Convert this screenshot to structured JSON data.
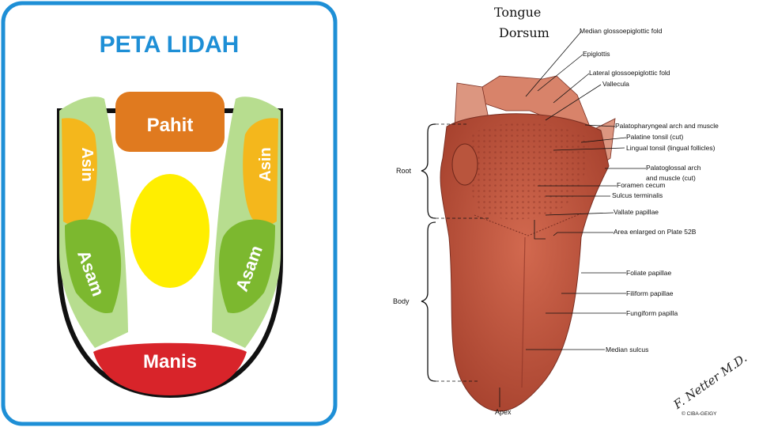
{
  "left": {
    "title": "PETA LIDAH",
    "zones": {
      "bitter": "Pahit",
      "salty_left": "Asin",
      "salty_right": "Asin",
      "sour_left": "Asam",
      "sour_right": "Asam",
      "sweet": "Manis"
    }
  },
  "right": {
    "title_line1": "Tongue",
    "title_line2": "Dorsum",
    "side_labels": {
      "root": "Root",
      "body": "Body",
      "apex": "Apex"
    },
    "labels": [
      "Median glossoepiglottic fold",
      "Epiglottis",
      "Lateral glossoepiglottic fold",
      "Vallecula",
      "Palatopharyngeal arch and muscle",
      "Palatine tonsil (cut)",
      "Lingual tonsil (lingual follicles)",
      "Palatoglossal arch",
      "and muscle (cut)",
      "Foramen cecum",
      "Sulcus terminalis",
      "Vallate papillae",
      "Area enlarged on Plate 52B",
      "Foliate papillae",
      "Filiform papillae",
      "Fungiform papilla",
      "Median sulcus"
    ],
    "signature": "F. Netter M.D.",
    "copyright": "© CIBA-GEIGY"
  },
  "colors": {
    "frame": "#1e8fd6",
    "title_blue": "#1e8fd6",
    "bitter": "#e07a1f",
    "salty": "#f4b71c",
    "sour": "#7cb82f",
    "light_green": "#b7dd8f",
    "sweet": "#d8242a",
    "center": "#ffee00",
    "tongue": "#c8553f"
  }
}
